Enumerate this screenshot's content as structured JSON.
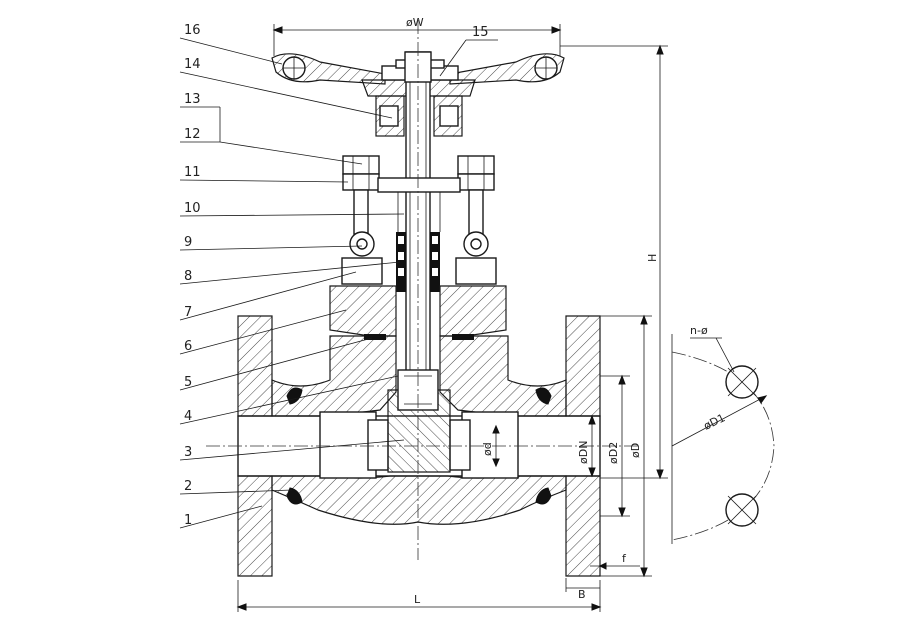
{
  "part_numbers": [
    "16",
    "14",
    "13",
    "12",
    "11",
    "10",
    "9",
    "8",
    "7",
    "6",
    "5",
    "4",
    "3",
    "2",
    "1"
  ],
  "part_15": "15",
  "dimensions": {
    "W": "øW",
    "H": "H",
    "L": "L",
    "B": "B",
    "f": "f",
    "d": "ød",
    "DN": "øDN",
    "D2": "øD2",
    "D": "øD",
    "D1": "øD1",
    "n_phi": "n-ø"
  }
}
